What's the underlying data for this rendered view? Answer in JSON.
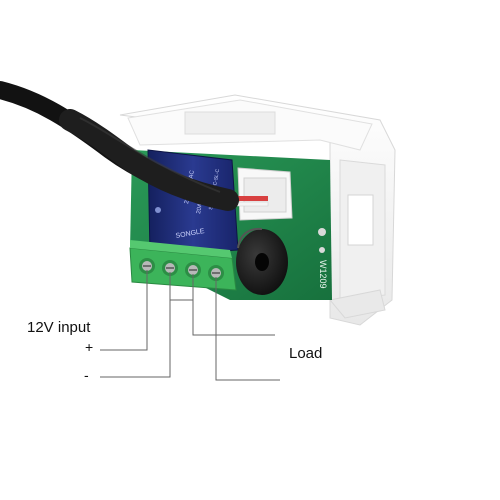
{
  "labels": {
    "input": "12V  input",
    "plus": "+",
    "minus": "-",
    "load": "Load"
  },
  "relay_text": {
    "brand": "SONGLE",
    "spec1": "20A 125VAC",
    "spec2": "20A 14VDC",
    "spec3": "SRD-12VDC-SL-C"
  },
  "pcb_text": "W1209",
  "colors": {
    "pcb": "#1f8a4c",
    "terminal": "#3cb45a",
    "housing": "#f4f4f4",
    "relay": "#1e2a78",
    "cable": "#121212",
    "buzzer": "#1a1a1a",
    "wire": "#666666"
  }
}
